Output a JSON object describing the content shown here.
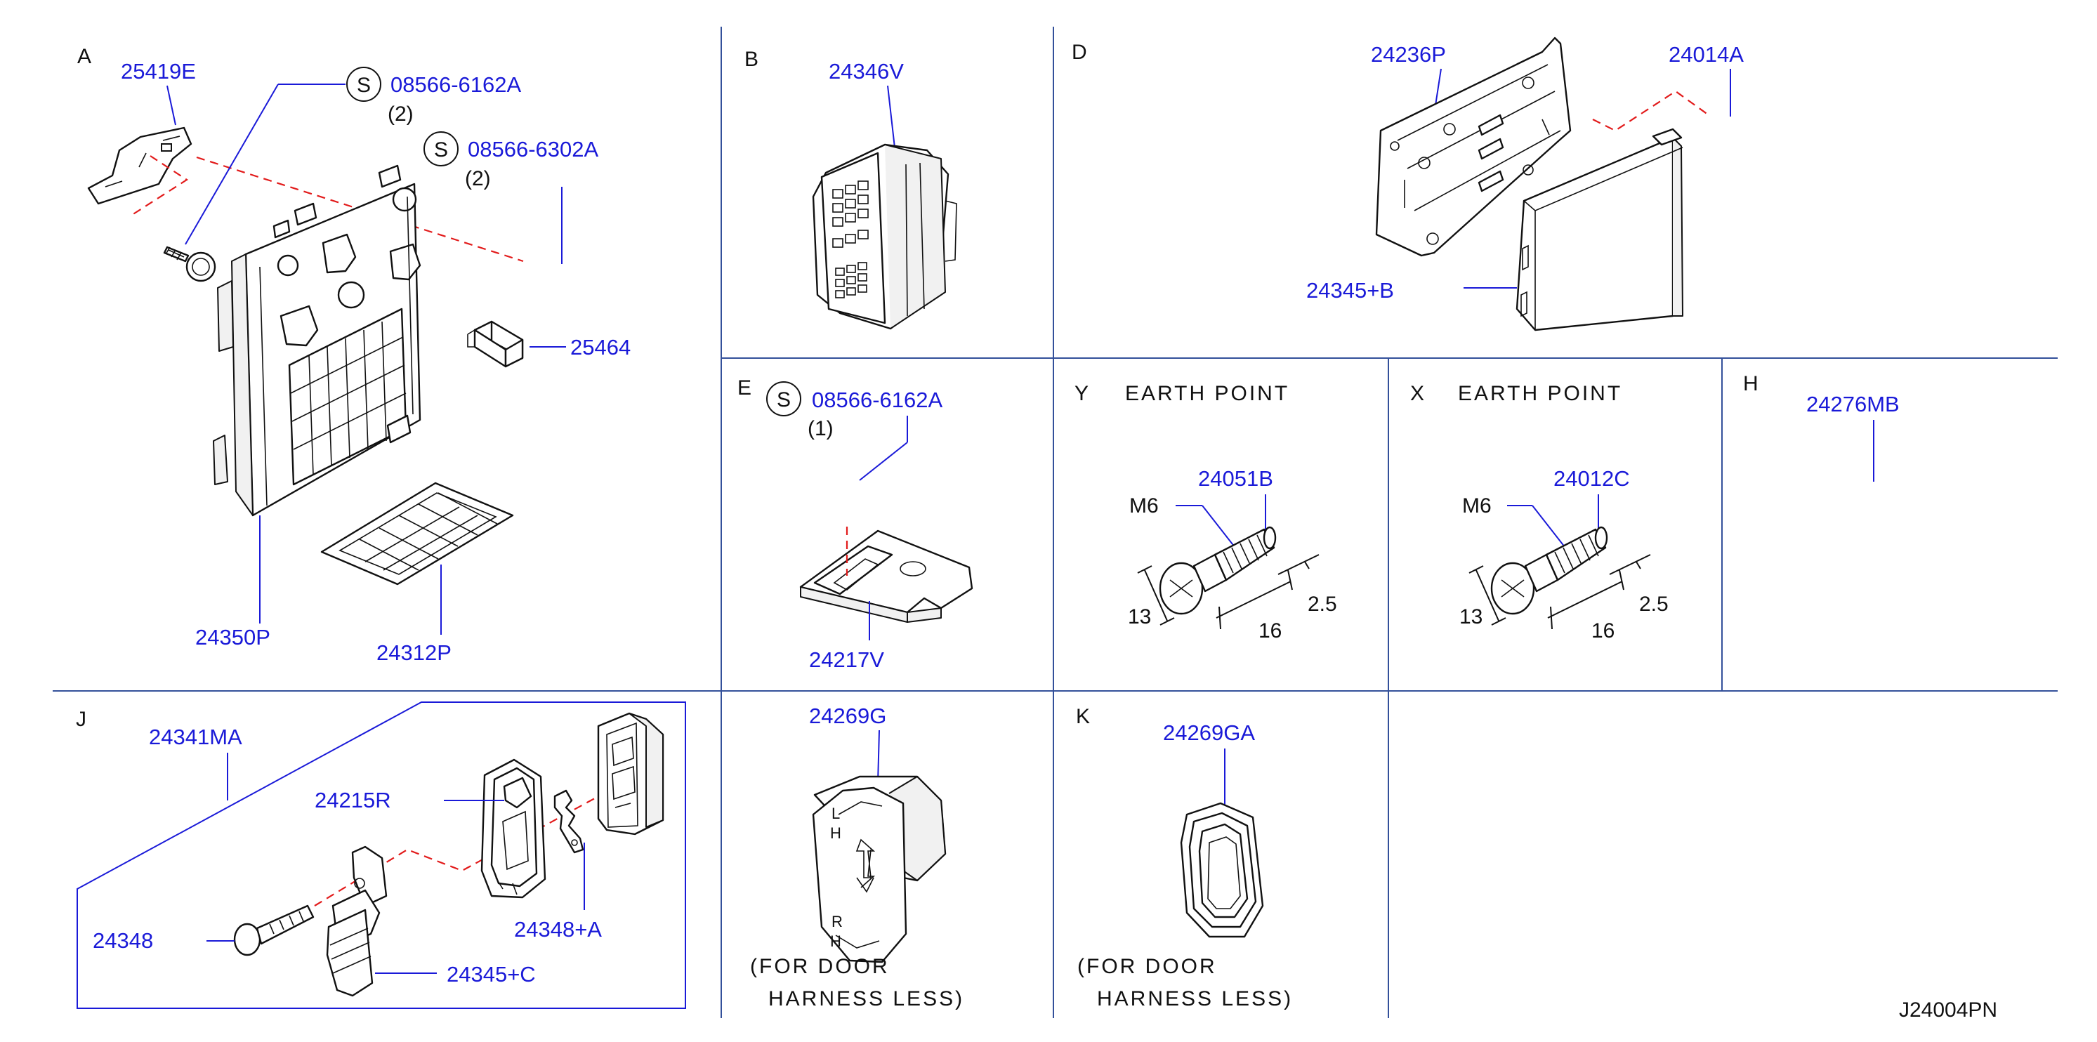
{
  "sections": {
    "A": {
      "letter": "A",
      "parts": [
        "25419E",
        "08566-6162A",
        "08566-6302A",
        "25464",
        "24350P",
        "24312P"
      ],
      "qty": [
        "(2)",
        "(2)"
      ],
      "screw_symbol": "S"
    },
    "B": {
      "letter": "B",
      "parts": [
        "24346V"
      ]
    },
    "D": {
      "letter": "D",
      "parts": [
        "24236P",
        "24014A",
        "24345+B"
      ]
    },
    "E": {
      "letter": "E",
      "parts": [
        "08566-6162A",
        "24217V"
      ],
      "qty": [
        "(1)"
      ],
      "screw_symbol": "S"
    },
    "Y": {
      "letter": "Y",
      "heading": "EARTH POINT",
      "parts": [
        "24051B"
      ],
      "size_label": "M6",
      "dims": [
        "13",
        "16",
        "2.5"
      ]
    },
    "X": {
      "letter": "X",
      "heading": "EARTH POINT",
      "parts": [
        "24012C"
      ],
      "size_label": "M6",
      "dims": [
        "13",
        "16",
        "2.5"
      ]
    },
    "H": {
      "letter": "H",
      "parts": [
        "24276MB"
      ]
    },
    "J": {
      "letter": "J",
      "parts": [
        "24341MA",
        "24215R",
        "24348",
        "24348+A",
        "24345+C"
      ]
    },
    "G": {
      "parts": [
        "24269G"
      ],
      "note_line1": "(FOR DOOR",
      "note_line2": "HARNESS LESS)"
    },
    "K": {
      "letter": "K",
      "parts": [
        "24269GA"
      ],
      "note_line1": "(FOR DOOR",
      "note_line2": "HARNESS LESS)"
    }
  },
  "diagram_code": "J24004PN",
  "colors": {
    "part_number": "#1a1ad8",
    "centerline": "#e21b1b",
    "grid": "#33509a",
    "ink": "#111111"
  }
}
